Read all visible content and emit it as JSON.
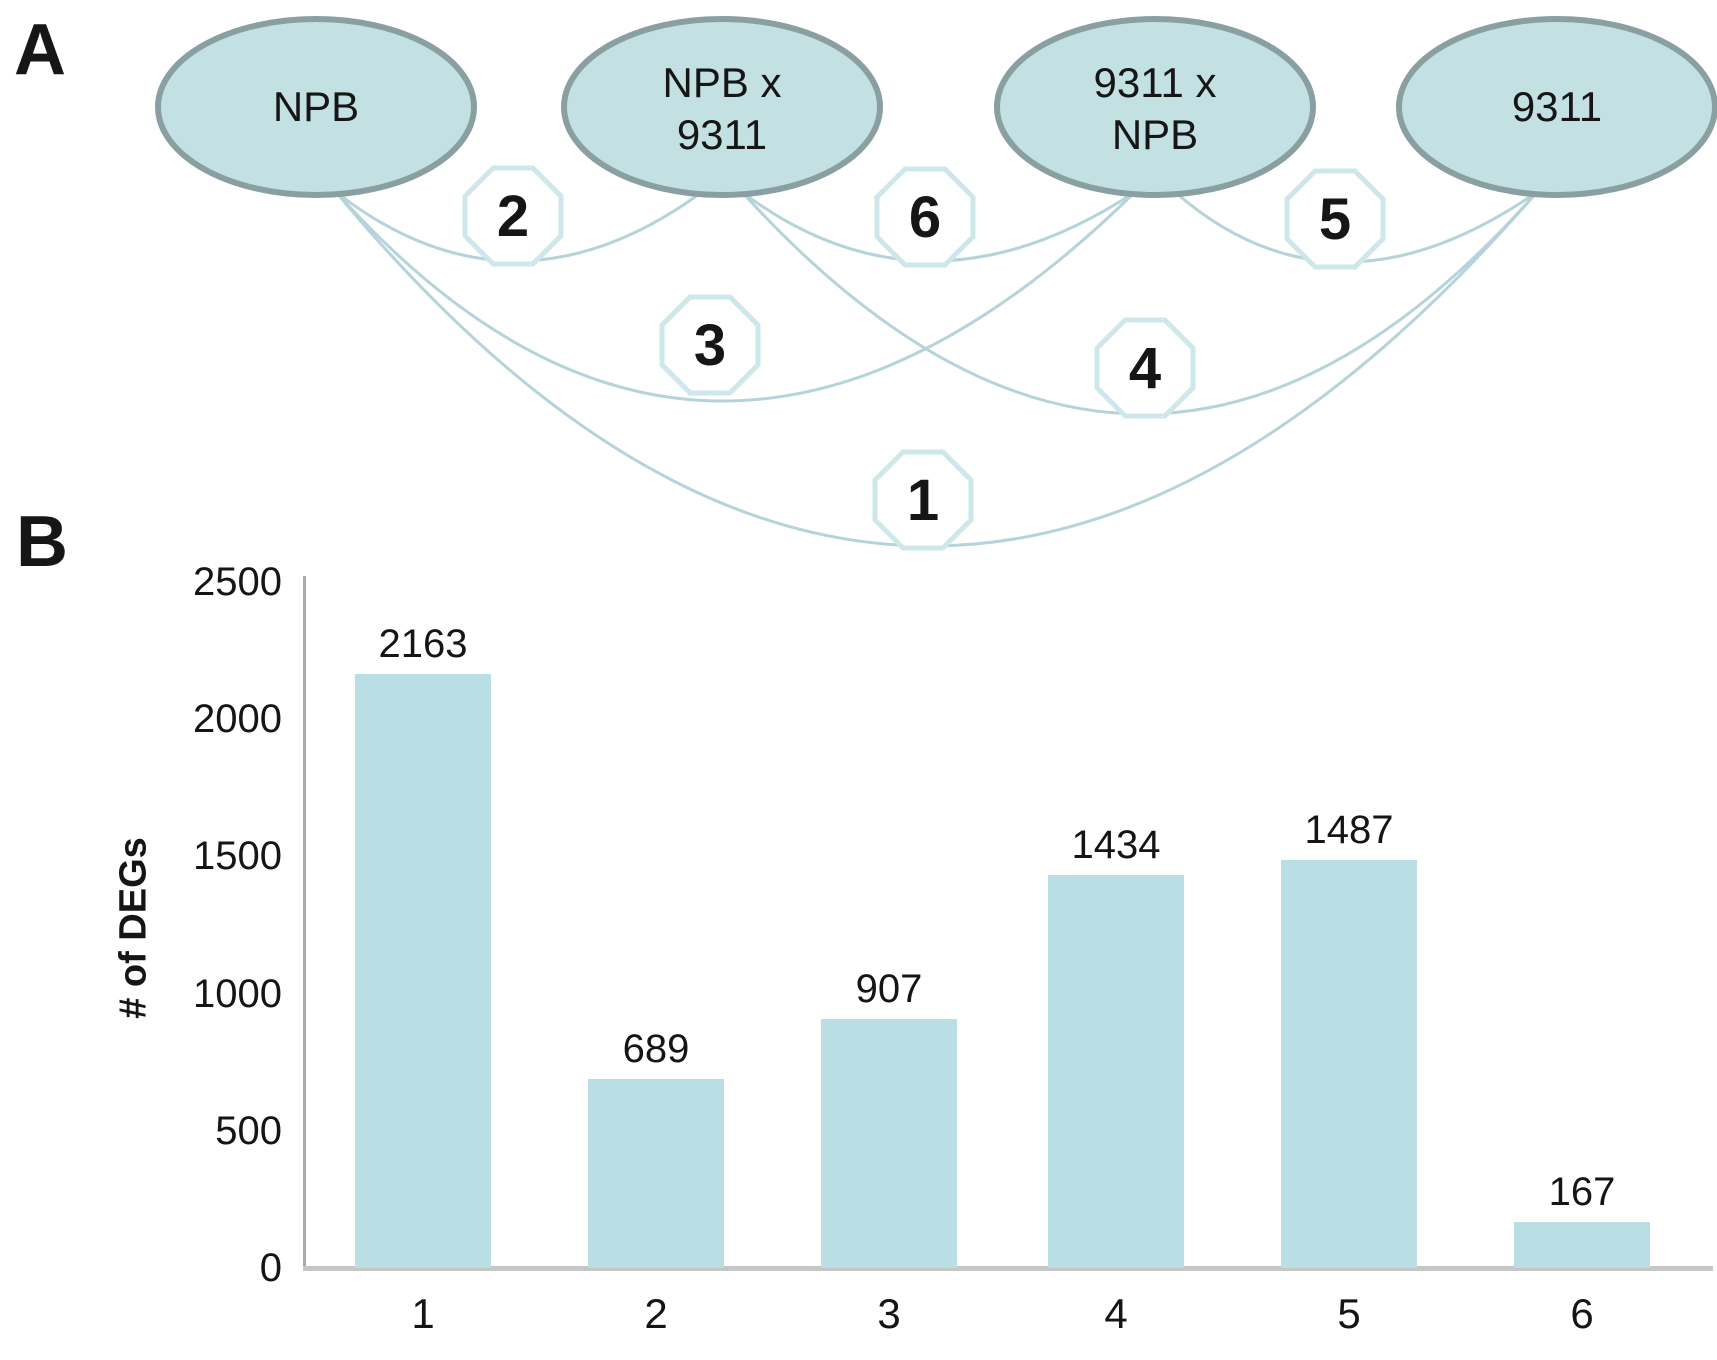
{
  "figure": {
    "panel_a_label": "A",
    "panel_b_label": "B"
  },
  "panel_a": {
    "description": "diagram of pairwise comparisons between rice lines",
    "nodes": [
      {
        "id": "npb",
        "label_lines": [
          "NPB"
        ]
      },
      {
        "id": "npb-x-9311",
        "label_lines": [
          "NPB x",
          "9311"
        ]
      },
      {
        "id": "9311-x-npb",
        "label_lines": [
          "9311 x",
          "NPB"
        ]
      },
      {
        "id": "9311",
        "label_lines": [
          "9311"
        ]
      }
    ],
    "comparisons": [
      {
        "badge": "1",
        "from": 0,
        "to": 3
      },
      {
        "badge": "2",
        "from": 0,
        "to": 1
      },
      {
        "badge": "3",
        "from": 0,
        "to": 2
      },
      {
        "badge": "4",
        "from": 1,
        "to": 3
      },
      {
        "badge": "5",
        "from": 2,
        "to": 3
      },
      {
        "badge": "6",
        "from": 1,
        "to": 2
      }
    ],
    "colors": {
      "node_fill": "#c3e1e3",
      "node_border": "#8a9fa1",
      "badge_fill": "#ffffff",
      "badge_border": "#cde7eb",
      "edge_stroke": "#b5d4d9",
      "text": "#161616"
    }
  },
  "chart_data": {
    "type": "bar",
    "title": "",
    "xlabel": "",
    "ylabel": "# of DEGs",
    "categories": [
      "1",
      "2",
      "3",
      "4",
      "5",
      "6"
    ],
    "values": [
      2163,
      689,
      907,
      1434,
      1487,
      167
    ],
    "bar_value_labels": [
      "2163",
      "689",
      "907",
      "1434",
      "1487",
      "167"
    ],
    "ylim": [
      0,
      2500
    ],
    "yticks": [
      0,
      500,
      1000,
      1500,
      2000,
      2500
    ],
    "grid": false,
    "legend": false,
    "bar_color": "#b9dee3",
    "axis_color": "#ababab"
  }
}
